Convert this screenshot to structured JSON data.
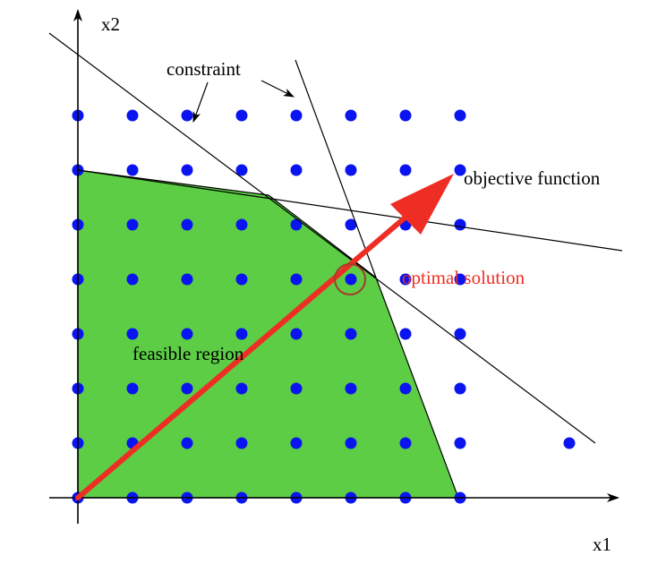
{
  "labels": {
    "x_axis": "x1",
    "y_axis": "x2",
    "constraint": "constraint",
    "objective": "objective function",
    "optimal": "optimal solution",
    "feasible": "feasible region"
  },
  "colors": {
    "feasible_fill": "#5ccd45",
    "lattice_dot": "#0a14f0",
    "objective_arrow": "#ee2e24",
    "optimal_text": "#ee2e24",
    "optimal_circle": "#a83a2e",
    "lines": "#000000"
  },
  "lattice": {
    "columns": 8,
    "rows": 8,
    "extra_points": [
      [
        9,
        1
      ]
    ]
  },
  "feasible_region_vertices": [
    [
      0,
      0
    ],
    [
      0,
      6
    ],
    [
      3.5,
      5.6
    ],
    [
      5.5,
      4
    ],
    [
      7,
      0
    ]
  ],
  "optimal_point": [
    5,
    4
  ],
  "objective_direction": [
    7,
    6
  ]
}
